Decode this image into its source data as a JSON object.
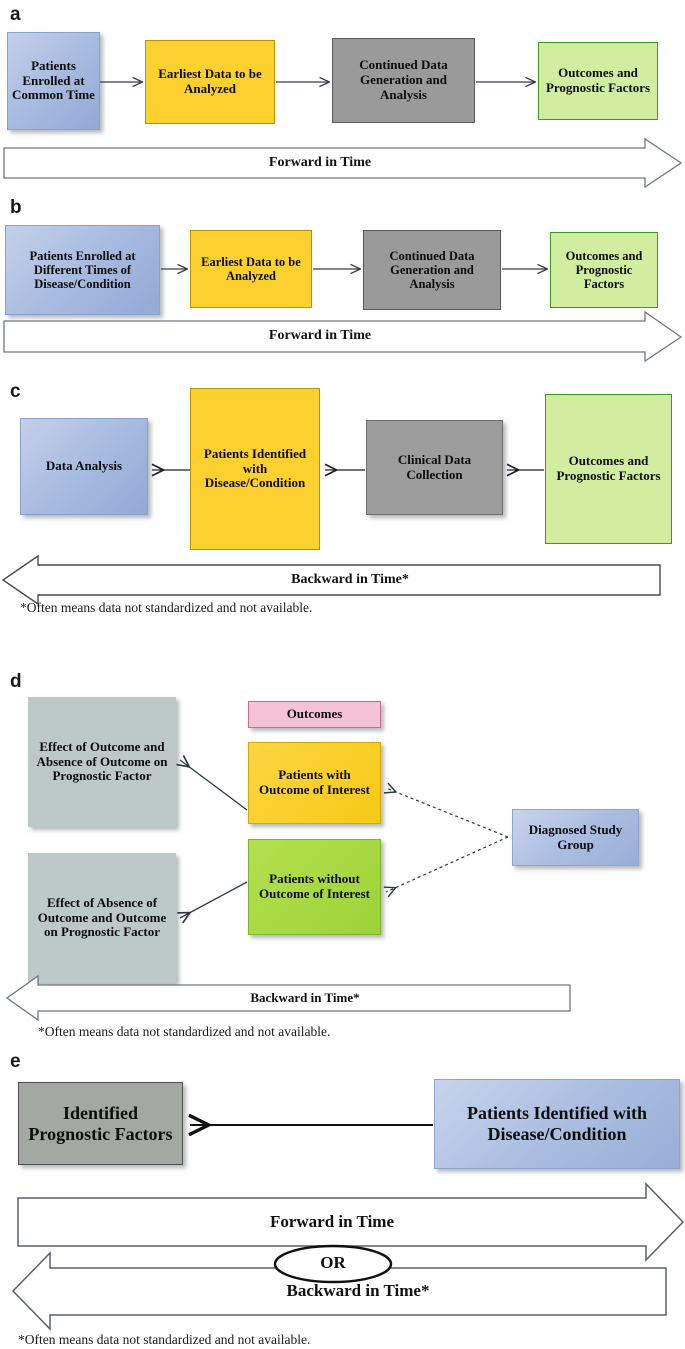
{
  "figure": {
    "type": "flow-diagram",
    "panels": [
      {
        "letter": "a",
        "boxes": [
          {
            "name": "patients-enrolled-common-time",
            "text": "Patients Enrolled at Common Time",
            "color": "#a8bbe0"
          },
          {
            "name": "earliest-data",
            "text": "Earliest Data to be Analyzed",
            "color": "#fcd12f"
          },
          {
            "name": "continued-data",
            "text": "Continued Data Generation and Analysis",
            "color": "#9a9a9a"
          },
          {
            "name": "outcomes-prognostic",
            "text": "Outcomes and Prognostic Factors",
            "color": "#d0eda0"
          }
        ],
        "time_arrow": {
          "label": "Forward in Time",
          "direction": "right"
        }
      },
      {
        "letter": "b",
        "boxes": [
          {
            "name": "patients-enrolled-different-times",
            "text": "Patients Enrolled at Different Times of Disease/Condition",
            "color": "#a8bbe0"
          },
          {
            "name": "earliest-data",
            "text": "Earliest Data to be Analyzed",
            "color": "#fcd12f"
          },
          {
            "name": "continued-data",
            "text": "Continued Data Generation and Analysis",
            "color": "#9a9a9a"
          },
          {
            "name": "outcomes-prognostic",
            "text": "Outcomes and Prognostic Factors",
            "color": "#d0eda0"
          }
        ],
        "time_arrow": {
          "label": "Forward in Time",
          "direction": "right"
        }
      },
      {
        "letter": "c",
        "boxes": [
          {
            "name": "data-analysis",
            "text": "Data Analysis",
            "color": "#a8bbe0"
          },
          {
            "name": "patients-identified",
            "text": "Patients Identified with Disease/Condition",
            "color": "#fcd12f"
          },
          {
            "name": "clinical-data-collection",
            "text": "Clinical Data Collection",
            "color": "#9a9a9a"
          },
          {
            "name": "outcomes-prognostic",
            "text": "Outcomes and Prognostic Factors",
            "color": "#d0eda0"
          }
        ],
        "time_arrow": {
          "label": "Backward in Time*",
          "direction": "left"
        },
        "footnote": "*Often means data not standardized and not available."
      },
      {
        "letter": "d",
        "boxes": [
          {
            "name": "effect-outcome-absence",
            "text": "Effect of Outcome and Absence of Outcome on Prognostic Factor",
            "color": "#bdc9c6"
          },
          {
            "name": "effect-absence-outcome",
            "text": "Effect of Absence of Outcome and Outcome on Prognostic Factor",
            "color": "#bdc9c6"
          },
          {
            "name": "outcomes-header",
            "text": "Outcomes",
            "color": "#f6c3d6"
          },
          {
            "name": "patients-with-outcome",
            "text": "Patients with Outcome of Interest",
            "color": "#fcd12f"
          },
          {
            "name": "patients-without-outcome",
            "text": "Patients without Outcome of Interest",
            "color": "#a8d93a"
          },
          {
            "name": "diagnosed-study-group",
            "text": "Diagnosed Study Group",
            "color": "#a8bbe0"
          }
        ],
        "time_arrow": {
          "label": "Backward in Time*",
          "direction": "left"
        },
        "footnote": "*Often means data not standardized and not available."
      },
      {
        "letter": "e",
        "boxes": [
          {
            "name": "identified-prognostic-factors",
            "text": "Identified Prognostic Factors",
            "color": "#a3a8a3"
          },
          {
            "name": "patients-identified-disease",
            "text": "Patients Identified with Disease/Condition",
            "color": "#a8bbe0"
          }
        ],
        "time_arrow_forward": {
          "label": "Forward in Time",
          "direction": "right"
        },
        "connector_label": "OR",
        "time_arrow_backward": {
          "label": "Backward in Time*",
          "direction": "left"
        },
        "footnote": "*Often means data not standardized and not available."
      }
    ]
  }
}
